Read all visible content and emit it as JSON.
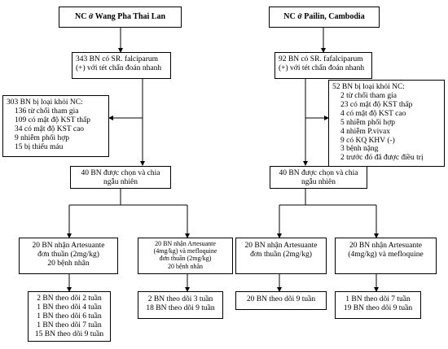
{
  "left": {
    "title": "NC ở Wang Pha Thai Lan",
    "screen": "343 BN có SR. falciparum (+) với tét chẩn đoán nhanh",
    "excluded_title": "303 BN bị loại khỏi NC:",
    "excluded_items": [
      "136 từ chối tham gia",
      "109 có mật độ KST thấp",
      "34 có mật độ KST cao",
      "9 nhiễm phối hợp",
      "15 bị thiếu máu"
    ],
    "randomized": "40 BN được chọn và chia ngẫu nhiên",
    "arm1": [
      "20 BN nhận Artesuante",
      "đơn thuần (2mg/kg)",
      "20 bệnh nhân"
    ],
    "arm2": [
      "20 BN nhận Artesuante",
      "(4mg/kg) và mefloquine",
      "đơn thuần (2mg/kg)",
      "20 bệnh nhân"
    ],
    "follow1": [
      "2 BN theo dõi 2 tuần",
      "1 BN theo dõi 4 tuần",
      "1 BN theo dõi 6 tuần",
      "1 BN theo dõi 7 tuần",
      "15 BN theo dõi 9 tuần"
    ],
    "follow2": [
      "2 BN theo dõi 3 tuần",
      "18 BN theo dõi 9 tuần"
    ]
  },
  "right": {
    "title": "NC ở Pailin, Cambodia",
    "screen": "92 BN có SR. fafalciparum (+) với tét chẩn đoán nhanh",
    "excluded_title": "52 BN bị loại khỏi NC:",
    "excluded_items": [
      "2 từ chối tham gia",
      "23 có mật độ KST thấp",
      "4 có mật độ KST cao",
      "5 nhiễm phối hợp",
      "4 nhiễm P.vivax",
      "9 có KQ KHV (-)",
      "3 bệnh nặng",
      "2 trước đó đã được điều trị"
    ],
    "randomized": "40 BN được chọn và chia ngẫu nhiên",
    "arm1": [
      "20 BN nhận Artesuante",
      "đơn thuần (2mg/kg)"
    ],
    "arm2": [
      "20 BN nhận Artesuante",
      "(4mg/kg) và mefloquine"
    ],
    "follow1": [
      "20 BN theo dõi 9 tuần"
    ],
    "follow2": [
      "1 BN theo dõi 7 tuần",
      "19 BN theo dõi 9 tuần"
    ]
  }
}
